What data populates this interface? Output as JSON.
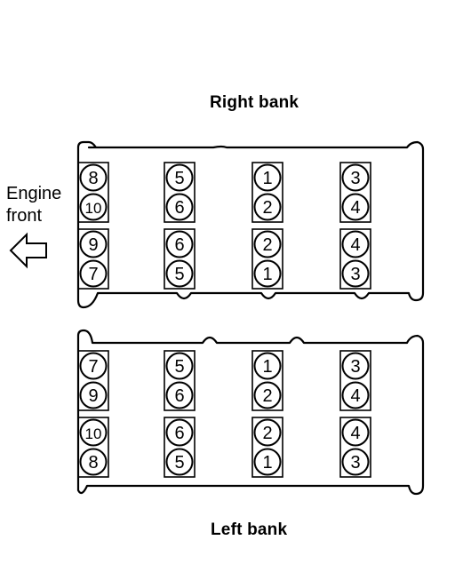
{
  "right_bank": {
    "title": "Right bank",
    "upper_row": [
      [
        "8",
        "10"
      ],
      [
        "5",
        "6"
      ],
      [
        "1",
        "2"
      ],
      [
        "3",
        "4"
      ]
    ],
    "lower_row": [
      [
        "9",
        "7"
      ],
      [
        "6",
        "5"
      ],
      [
        "2",
        "1"
      ],
      [
        "4",
        "3"
      ]
    ]
  },
  "left_bank": {
    "title": "Left bank",
    "upper_row": [
      [
        "7",
        "9"
      ],
      [
        "5",
        "6"
      ],
      [
        "1",
        "2"
      ],
      [
        "3",
        "4"
      ]
    ],
    "lower_row": [
      [
        "10",
        "8"
      ],
      [
        "6",
        "5"
      ],
      [
        "2",
        "1"
      ],
      [
        "4",
        "3"
      ]
    ]
  },
  "engine_front": {
    "line1": "Engine",
    "line2": "front",
    "arrow_icon": "arrow-left-icon"
  },
  "colors": {
    "ink": "#000000",
    "paper": "#ffffff"
  }
}
